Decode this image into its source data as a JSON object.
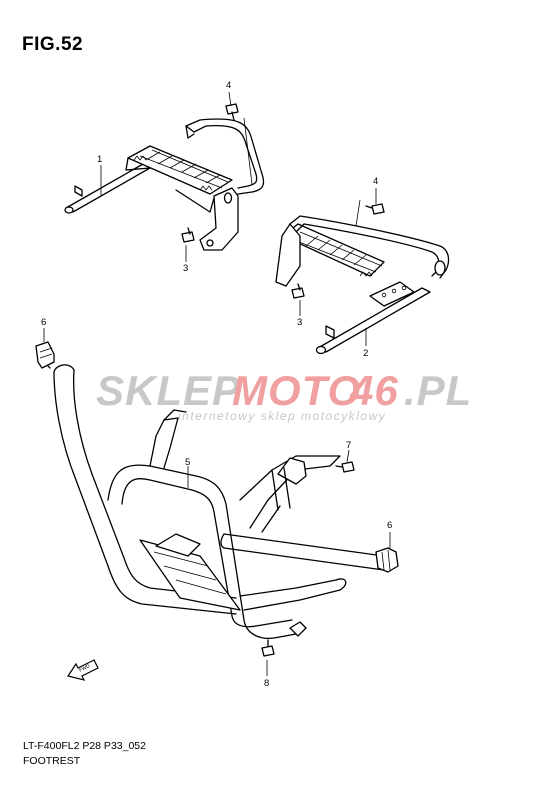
{
  "figure": {
    "title": "FIG.52",
    "code": "LT-F400FL2 P28 P33_052",
    "name": "FOOTREST"
  },
  "watermark": {
    "brand_gray": "SKLEP",
    "brand_red": "MOTO",
    "brand_num": "46",
    "brand_suffix": ".PL",
    "tagline": "internetowy sklep motocyklowy",
    "colors": {
      "gray": "#c8c8c8",
      "red": "#f0a0a0"
    }
  },
  "callouts": [
    {
      "id": "1",
      "label": "1"
    },
    {
      "id": "2",
      "label": "2"
    },
    {
      "id": "3a",
      "label": "3"
    },
    {
      "id": "3b",
      "label": "3"
    },
    {
      "id": "4a",
      "label": "4"
    },
    {
      "id": "4b",
      "label": "4"
    },
    {
      "id": "5",
      "label": "5"
    },
    {
      "id": "6a",
      "label": "6"
    },
    {
      "id": "6b",
      "label": "6"
    },
    {
      "id": "7",
      "label": "7"
    },
    {
      "id": "8",
      "label": "8"
    }
  ],
  "fwd_label": "FWD"
}
